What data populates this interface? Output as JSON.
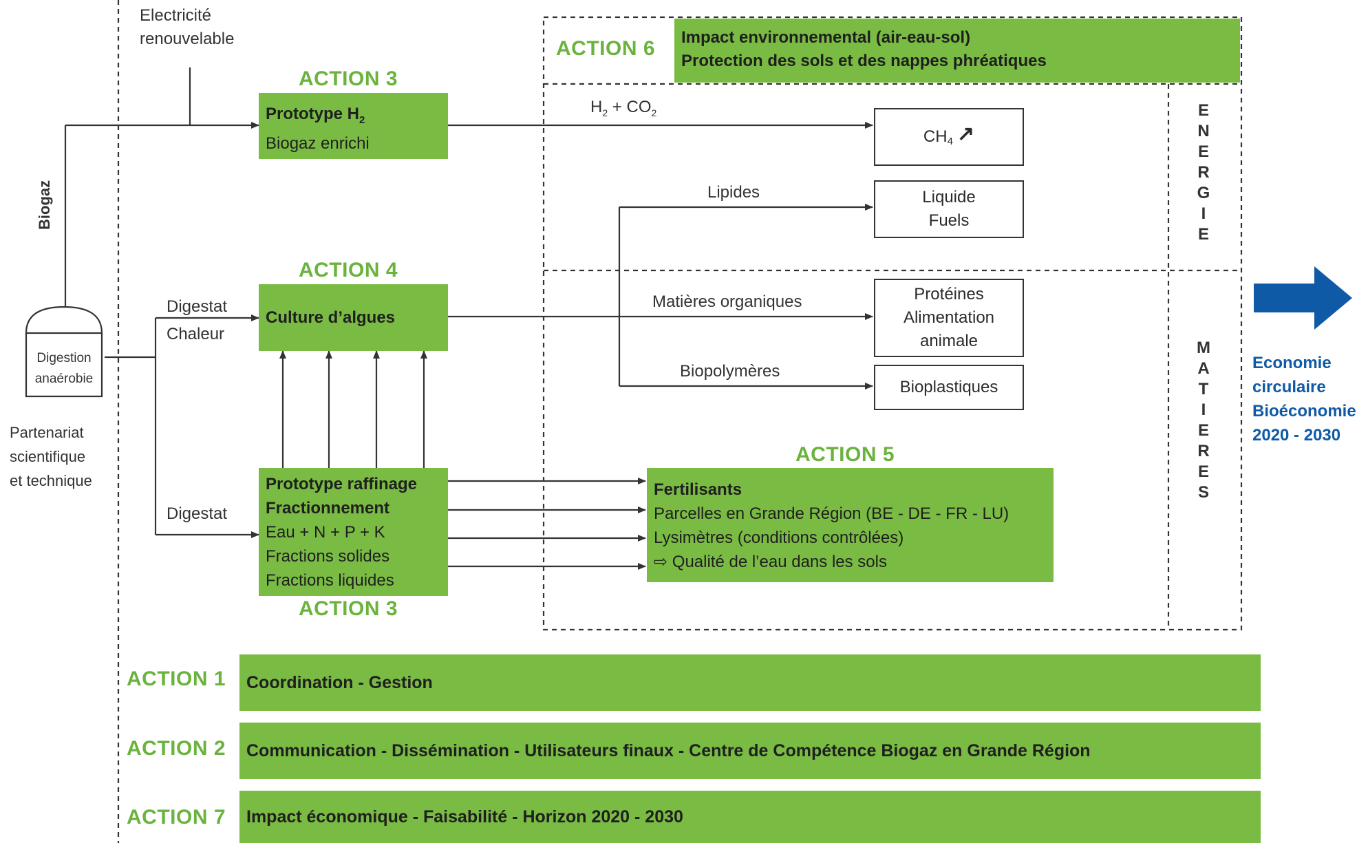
{
  "inputs": {
    "electricity_line1": "Electricité",
    "electricity_line2": "renouvelable",
    "biogaz": "Biogaz",
    "digestion_line1": "Digestion",
    "digestion_line2": "anaérobie",
    "partnership": [
      "Partenariat",
      "scientifique",
      "et technique"
    ],
    "digestat_top": "Digestat",
    "chaleur": "Chaleur",
    "digestat_bottom": "Digestat"
  },
  "action3_top": {
    "title": "ACTION 3",
    "line1": "Prototype H",
    "line1_sub": "2",
    "line2": "Biogaz enrichi"
  },
  "action4": {
    "title": "ACTION 4",
    "label": "Culture d’algues"
  },
  "action3_bottom": {
    "title": "ACTION 3",
    "lines": [
      "Prototype raffinage",
      "Fractionnement",
      "Eau + N + P + K",
      "Fractions solides",
      "Fractions liquides"
    ]
  },
  "action6": {
    "title": "ACTION 6",
    "line1": "Impact environnemental (air-eau-sol)",
    "line2": "Protection des sols et des nappes phréatiques"
  },
  "flows": {
    "h2co2_a": "H",
    "h2co2_sub1": "2",
    "h2co2_b": " + CO",
    "h2co2_sub2": "2",
    "lipides": "Lipides",
    "matieres_organiques": "Matières organiques",
    "biopolymeres": "Biopolymères"
  },
  "outputs": {
    "ch4": "CH",
    "ch4_sub": "4",
    "ch4_arrow": "↗",
    "liquide_line1": "Liquide",
    "liquide_line2": "Fuels",
    "proteines_line1": "Protéines",
    "proteines_line2": "Alimentation",
    "proteines_line3": "animale",
    "bioplastiques": "Bioplastiques"
  },
  "side_labels": {
    "energie": [
      "E",
      "N",
      "E",
      "R",
      "G",
      "I",
      "E"
    ],
    "matieres": [
      "M",
      "A",
      "T",
      "I",
      "E",
      "R",
      "E",
      "S"
    ]
  },
  "action5": {
    "title": "ACTION 5",
    "line1": "Fertilisants",
    "line2": "Parcelles en Grande Région (BE - DE - FR - LU)",
    "line3": "Lysimètres (conditions contrôlées)",
    "line4": "⇨ Qualité de l’eau dans les sols"
  },
  "bars": [
    {
      "title": "ACTION 1",
      "text": "Coordination - Gestion"
    },
    {
      "title": "ACTION 2",
      "text": "Communication - Dissémination - Utilisateurs finaux - Centre de Compétence Biogaz en Grande Région"
    },
    {
      "title": "ACTION 7",
      "text": "Impact économique - Faisabilité - Horizon 2020 - 2030"
    }
  ],
  "outcome": {
    "line1": "Economie",
    "line2": "circulaire",
    "line3": "Bioéconomie",
    "line4": "2020 - 2030"
  },
  "colors": {
    "green": "#79bb43",
    "title_green": "#6ab33d",
    "blue": "#0f5aa6"
  }
}
